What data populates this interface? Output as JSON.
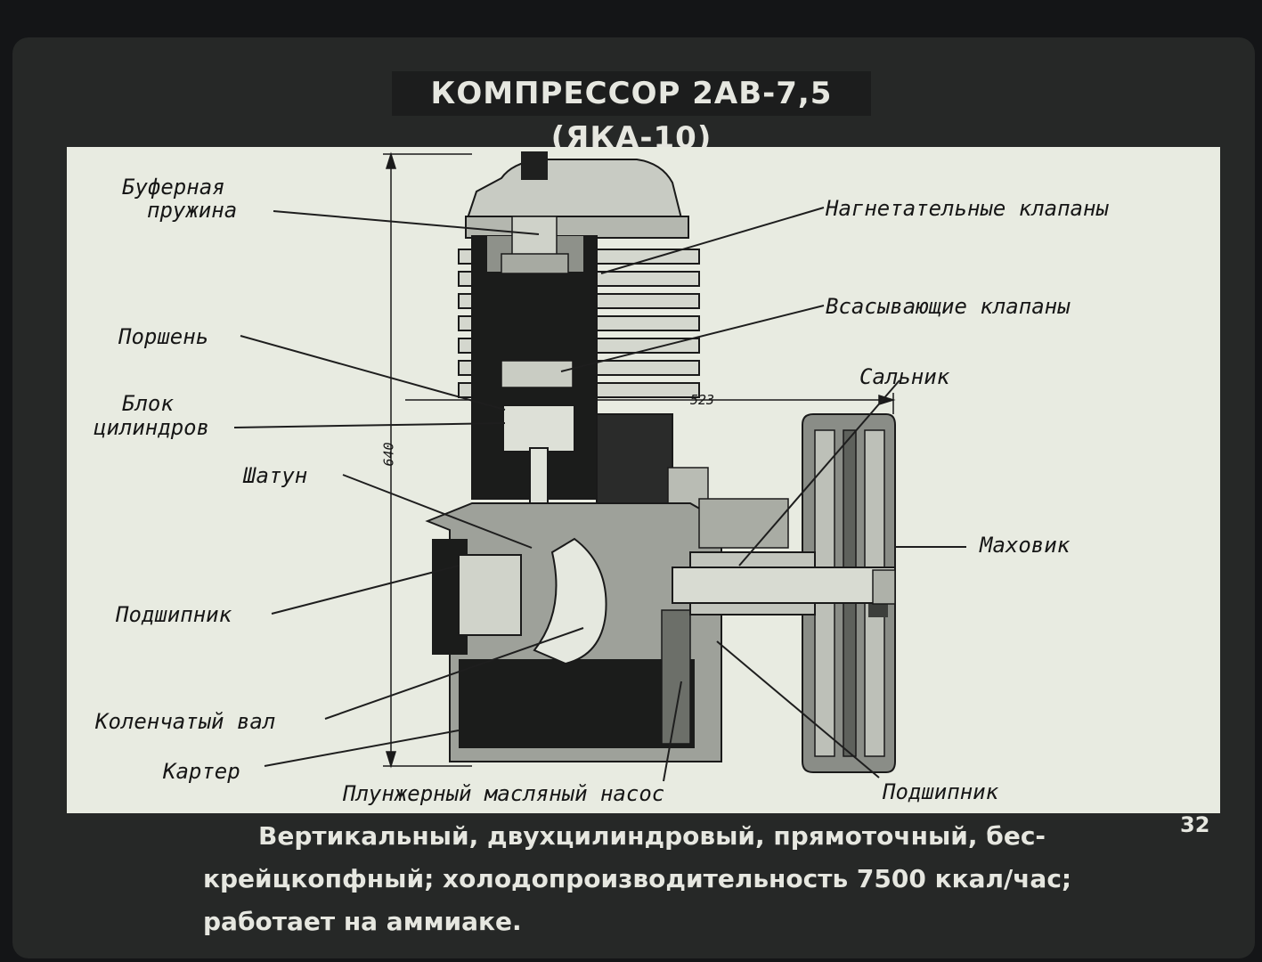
{
  "title": "КОМПРЕССОР 2АВ-7,5 (ЯКА-10)",
  "page_number": "32",
  "dimensions": {
    "height": "640",
    "width": "523"
  },
  "labels": {
    "buffer_spring_1": "Буферная",
    "buffer_spring_2": "пружина",
    "discharge_valves": "Нагнетательные клапаны",
    "suction_valves": "Всасывающие клапаны",
    "piston": "Поршень",
    "cylinder_block_1": "Блок",
    "cylinder_block_2": "цилиндров",
    "gland": "Сальник",
    "connecting_rod": "Шатун",
    "flywheel": "Маховик",
    "bearing_left": "Подшипник",
    "crankshaft": "Коленчатый вал",
    "crankcase": "Картер",
    "oil_pump": "Плунжерный масляный насос",
    "bearing_right": "Подшипник"
  },
  "caption": {
    "line1": "Вертикальный, двухцилиндровый, прямоточный, бес-",
    "line2": "крейцкопфный; холодопроизводительность 7500 ккал/час;",
    "line3": "работает на аммиаке."
  }
}
